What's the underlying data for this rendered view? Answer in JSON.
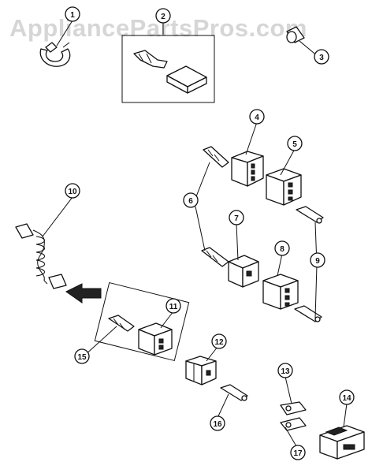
{
  "watermark": "AppliancePartsPros.com",
  "callouts": [
    "1",
    "2",
    "3",
    "4",
    "5",
    "6",
    "7",
    "8",
    "9",
    "10",
    "11",
    "12",
    "13",
    "14",
    "15",
    "16",
    "17"
  ]
}
